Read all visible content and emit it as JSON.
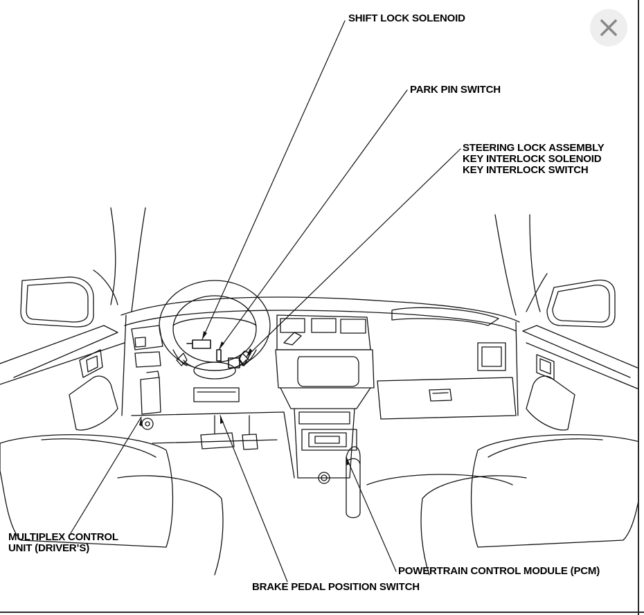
{
  "labels": {
    "shift_lock_solenoid": "SHIFT LOCK SOLENOID",
    "park_pin_switch": "PARK PIN SWITCH",
    "steering_lock_1": "STEERING LOCK ASSEMBLY",
    "steering_lock_2": "KEY INTERLOCK SOLENOID",
    "steering_lock_3": "KEY INTERLOCK SWITCH",
    "multiplex_1": "MULTIPLEX CONTROL",
    "multiplex_2": "UNIT (DRIVER’S)",
    "pcm": "POWERTRAIN CONTROL MODULE (PCM)",
    "brake_pedal": "BRAKE PEDAL POSITION SWITCH"
  },
  "icons": {
    "close": "close-icon"
  },
  "colors": {
    "line": "#111111",
    "close_bg": "#eeeeee",
    "close_x": "#888888"
  }
}
